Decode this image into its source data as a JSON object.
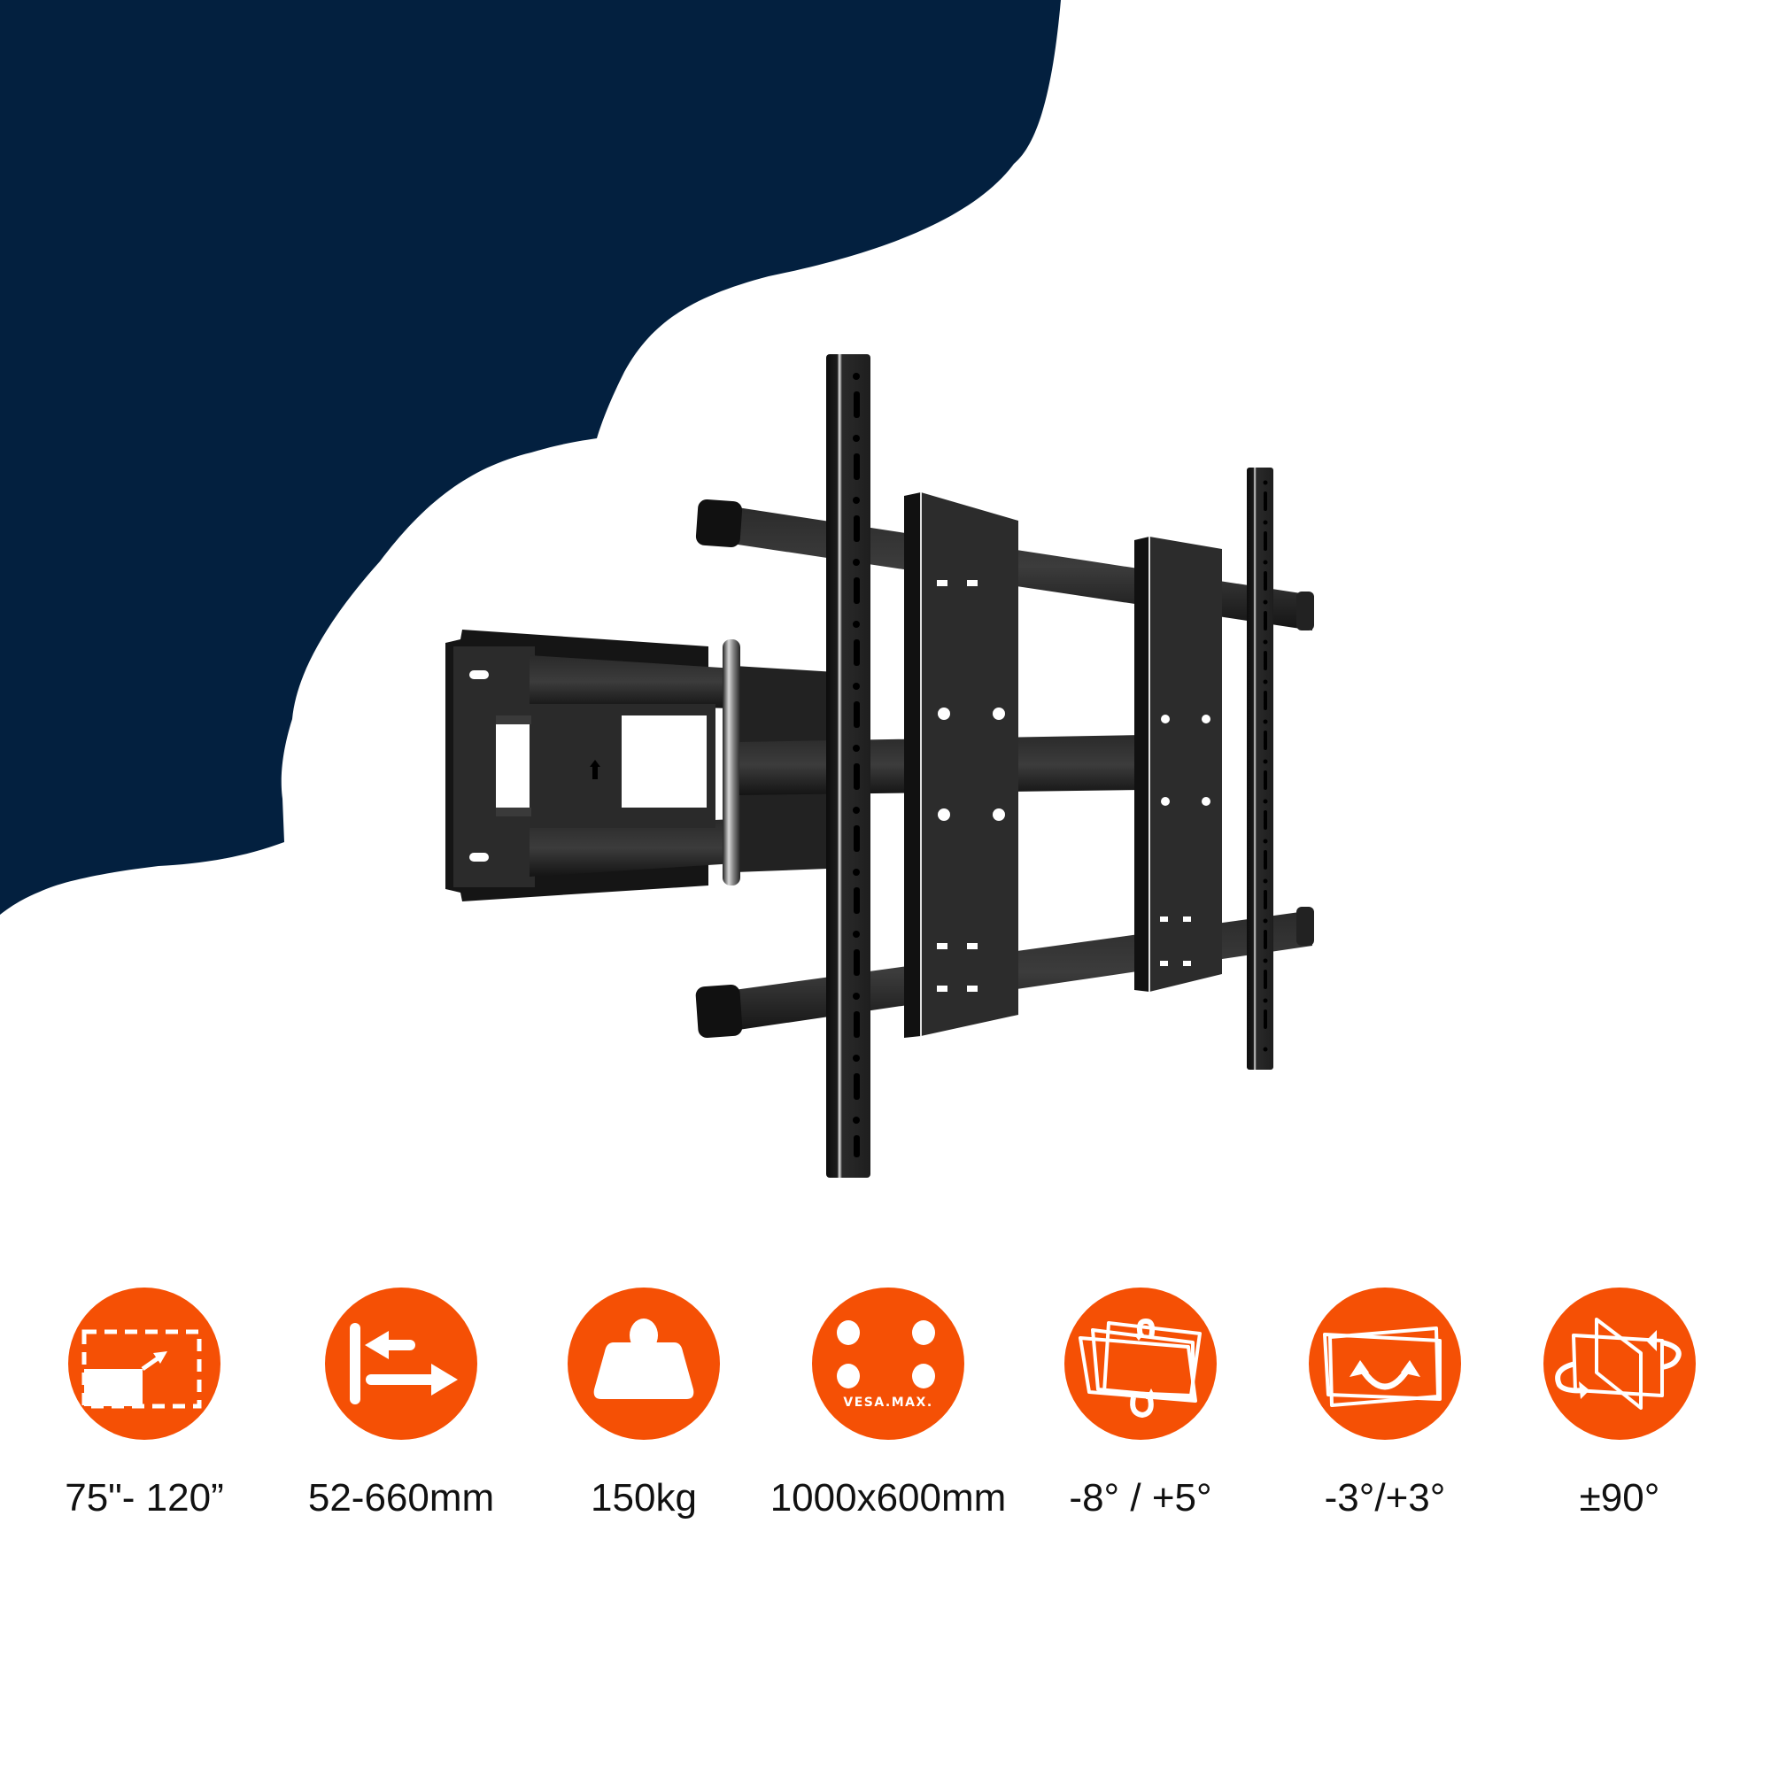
{
  "colors": {
    "navy": "#03203F",
    "accent": "#F55005",
    "background": "#FFFFFF",
    "text": "#111111",
    "mount": "#1B1B1B"
  },
  "product": {
    "name": "full-motion-tv-wall-mount",
    "arrow_marking": "up-arrow"
  },
  "features": [
    {
      "icon": "screen-size-icon",
      "label": "75\"- 120”"
    },
    {
      "icon": "wall-distance-icon",
      "label": "52-660mm"
    },
    {
      "icon": "weight-icon",
      "label": "150kg"
    },
    {
      "icon": "vesa-icon",
      "icon_text": "VESA.MAX.",
      "label": "1000x600mm"
    },
    {
      "icon": "tilt-icon",
      "label": "-8° / +5°"
    },
    {
      "icon": "level-adjust-icon",
      "label": "-3°/+3°"
    },
    {
      "icon": "swivel-icon",
      "label": "±90°"
    }
  ]
}
